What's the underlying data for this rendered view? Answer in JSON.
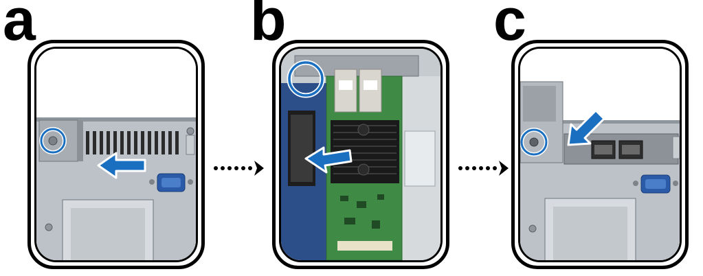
{
  "steps": [
    {
      "letter": "a"
    },
    {
      "letter": "b"
    },
    {
      "letter": "c"
    }
  ],
  "colors": {
    "arrow": "#1a6fc0",
    "arrow_outline": "#ffffff",
    "highlight_circle": "#1a6fc0",
    "frame": "#000000",
    "chassis": "#bcc2c8",
    "pcb": "#3f8a45",
    "heatsink": "#1a1a1a",
    "serial_port": "#2a5aa8"
  },
  "icons": [
    "push-arrow-icon",
    "dotted-arrow-icon",
    "screw-highlight-icon"
  ]
}
